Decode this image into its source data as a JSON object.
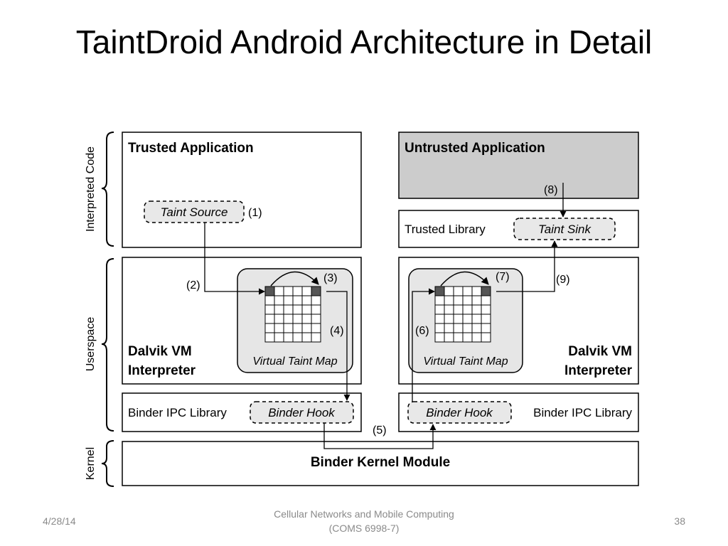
{
  "slide": {
    "title": "TaintDroid Android Architecture in Detail"
  },
  "diagram": {
    "layers": {
      "interpreted": "Interpreted Code",
      "userspace": "Userspace",
      "kernel": "Kernel"
    },
    "trusted_app": "Trusted Application",
    "untrusted_app": "Untrusted Application",
    "trusted_library": "Trusted Library",
    "taint_source": "Taint Source",
    "taint_sink": "Taint Sink",
    "dalvik_line1": "Dalvik VM",
    "dalvik_line2": "Interpreter",
    "virtual_taint_map": "Virtual Taint Map",
    "binder_ipc_library": "Binder IPC Library",
    "binder_hook": "Binder Hook",
    "binder_kernel_module": "Binder Kernel Module",
    "steps": [
      "(1)",
      "(2)",
      "(3)",
      "(4)",
      "(5)",
      "(6)",
      "(7)",
      "(8)",
      "(9)"
    ],
    "colors": {
      "untrusted_fill": "#cccccc",
      "taint_map_fill": "#e6e6e6",
      "dashed_fill": "#e8e8e8",
      "tainted_cell": "#555555"
    }
  },
  "footer": {
    "date": "4/28/14",
    "course_line1": "Cellular Networks and Mobile Computing",
    "course_line2": "(COMS 6998-7)",
    "page": "38"
  }
}
